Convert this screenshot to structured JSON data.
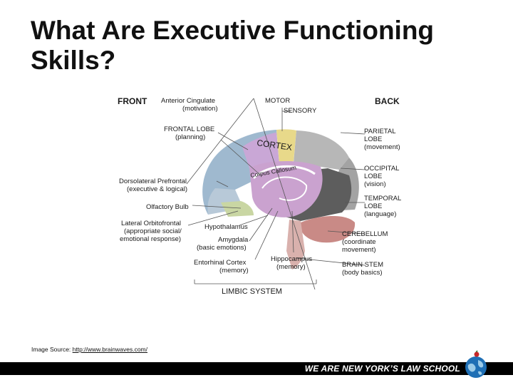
{
  "slide": {
    "title_line1": "What Are Executive Functioning",
    "title_line2": "Skills?",
    "caption_prefix": "Image Source: ",
    "caption_link": "http://www.brainwaves.com/",
    "footer_text": "WE ARE NEW YORK’S LAW SCHOOL"
  },
  "figure": {
    "front": "FRONT",
    "back": "BACK",
    "anterior_cingulate": "Anterior Cingulate",
    "anterior_cingulate_sub": "(motivation)",
    "motor": "MOTOR",
    "sensory": "SENSORY",
    "frontal_lobe": "FRONTAL LOBE",
    "frontal_lobe_sub": "(planning)",
    "dorsolateral": "Dorsolateral Prefrontal",
    "dorsolateral_sub": "(executive & logical)",
    "olfactory_bulb": "Olfactory Bulb",
    "lateral_orbitofrontal": "Lateral Orbitofrontal",
    "lateral_orbitofrontal_sub1": "(appropriate social/",
    "lateral_orbitofrontal_sub2": "emotional response)",
    "hypothalamus": "Hypothalamus",
    "amygdala": "Amygdala",
    "amygdala_sub": "(basic emotions)",
    "entorhinal": "Entorhinal Cortex",
    "entorhinal_sub": "(memory)",
    "hippocampus": "Hippocampus",
    "hippocampus_sub": "(memory)",
    "limbic_system": "LIMBIC SYSTEM",
    "parietal1": "PARIETAL",
    "parietal2": "LOBE",
    "parietal_sub": "(movement)",
    "occipital1": "OCCIPITAL",
    "occipital2": "LOBE",
    "occipital_sub": "(vision)",
    "temporal1": "TEMPORAL",
    "temporal2": "LOBE",
    "temporal_sub": "(language)",
    "cerebellum": "CEREBELLUM",
    "cerebellum_sub1": "(coordinate",
    "cerebellum_sub2": "movement)",
    "brain_stem": "BRAIN STEM",
    "brain_stem_sub": "(body basics)",
    "cortex": "CORTEX",
    "corpus_callosum": "Corpus Callosum"
  },
  "colors": {
    "frontal": "#9fb9cf",
    "prefrontal": "#b8c9d8",
    "olfactory": "#c9d6a3",
    "motor": "#e8d98a",
    "cortex": "#c9a7d6",
    "parietal": "#b7b7b7",
    "occipital": "#a3a3a3",
    "temporal": "#5d5d5d",
    "cerebellum": "#c98a86",
    "limbic": "#caa2cf",
    "brain_stem": "#d9b1ad",
    "footer": "#000000"
  }
}
